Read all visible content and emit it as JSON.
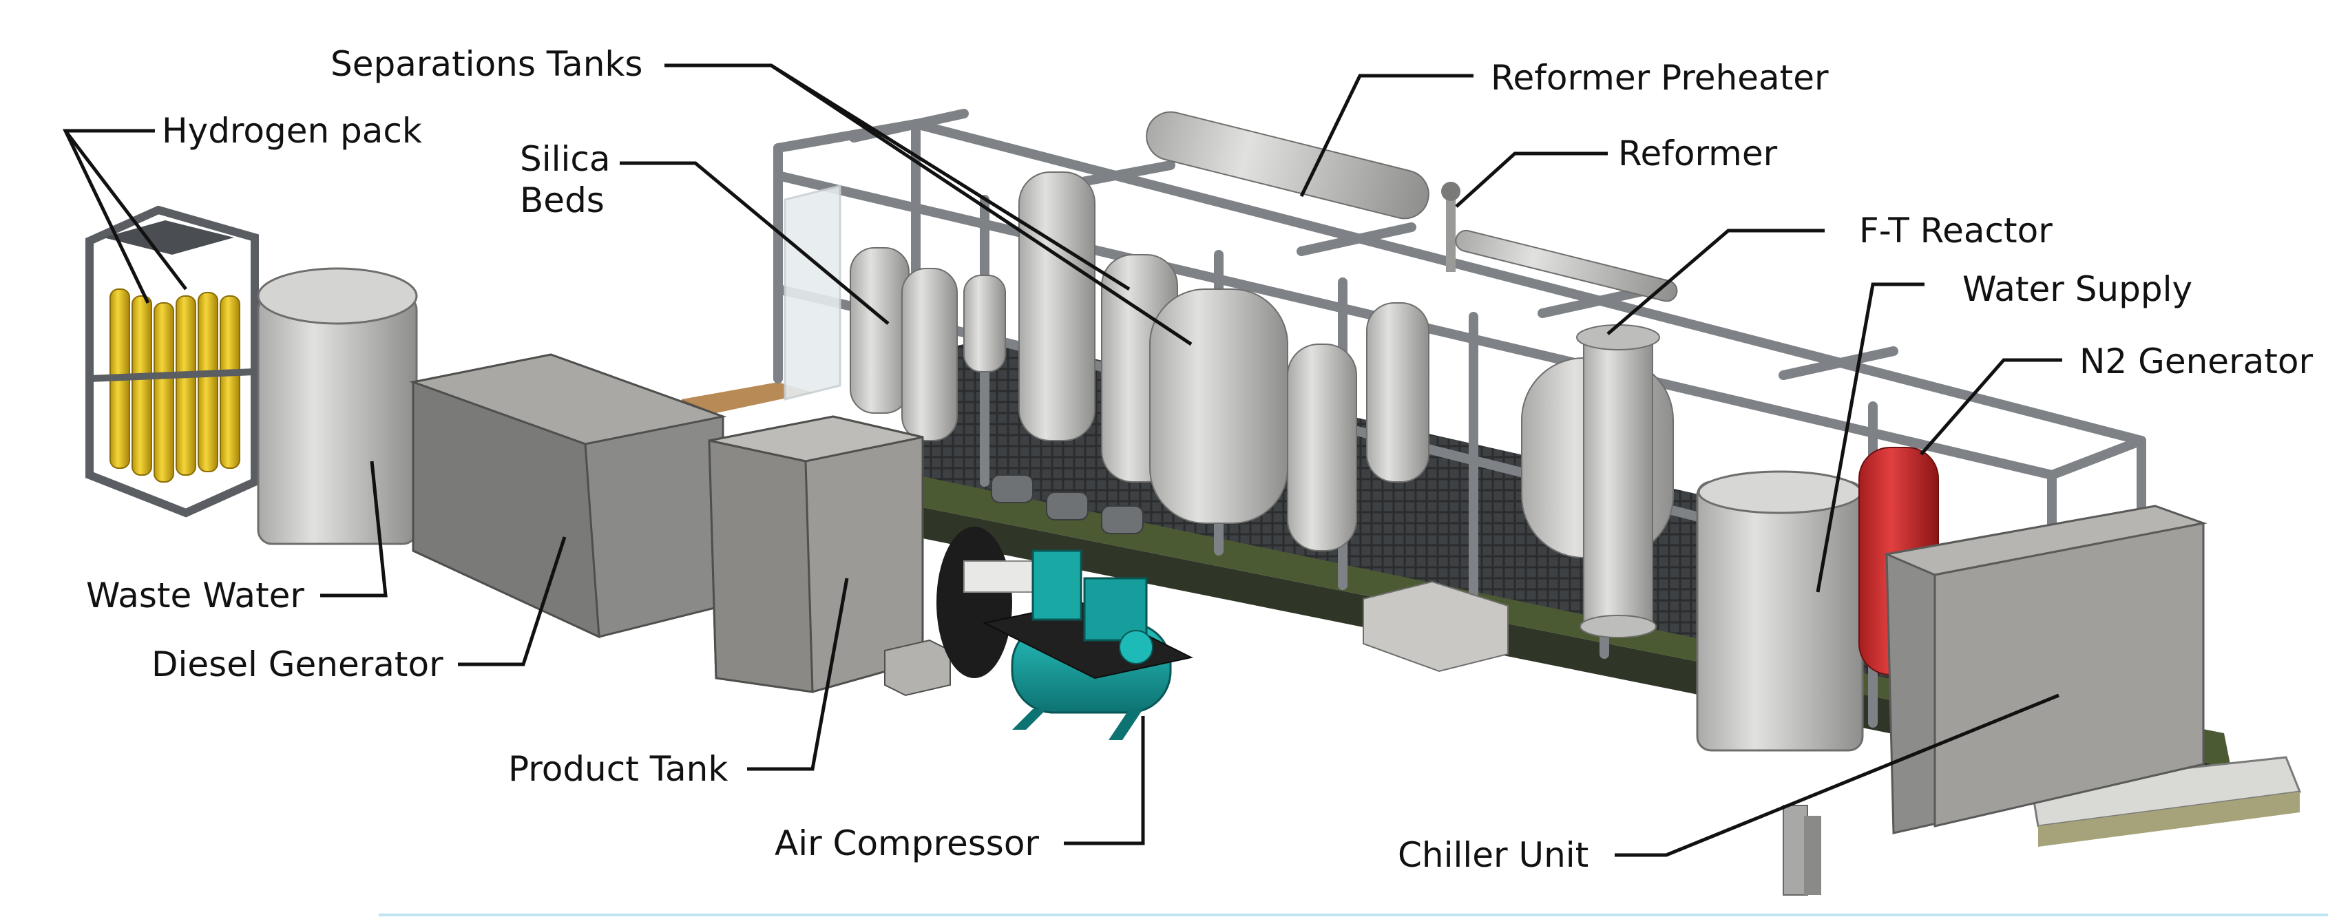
{
  "labels": {
    "hydrogen_pack": "Hydrogen pack",
    "separations_tanks": "Separations Tanks",
    "silica_beds_line1": "Silica",
    "silica_beds_line2": "Beds",
    "reformer_preheater": "Reformer Preheater",
    "reformer": "Reformer",
    "ft_reactor": "F-T Reactor",
    "water_supply": "Water Supply",
    "n2_generator": "N2 Generator",
    "waste_water": "Waste Water",
    "diesel_generator": "Diesel Generator",
    "product_tank": "Product Tank",
    "air_compressor": "Air Compressor",
    "chiller_unit": "Chiller Unit"
  },
  "colors": {
    "frame": "#8e9296",
    "frame_dark": "#5c6064",
    "tank": "#c9c9c7",
    "tank_shade": "#9c9c9a",
    "box": "#8c8c8a",
    "box_light": "#b6b5b2",
    "hydrogen": "#e8c21a",
    "compressor": "#159e9c",
    "n2": "#d02828",
    "trailer": "#3b4430",
    "floor": "#3a3d3f",
    "pallet": "#a47a4c"
  }
}
